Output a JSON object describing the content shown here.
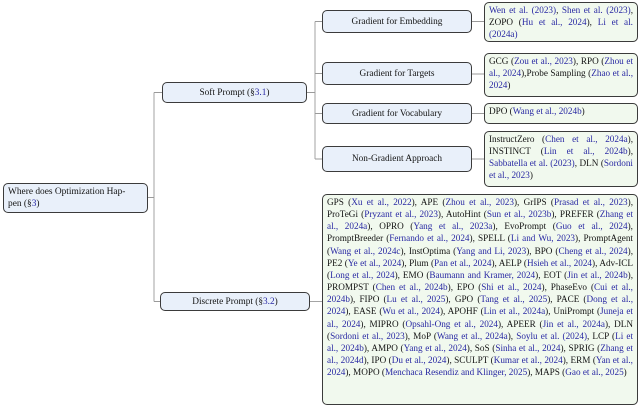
{
  "colors": {
    "node_fill": "#e9f0fa",
    "leaf_fill": "#f1f9ee",
    "node_border": "#3b3b3b",
    "edge_color": "#9a9a9a",
    "cite_color": "#2828a3",
    "text_color": "#131313"
  },
  "nodes": {
    "root": {
      "segments": [
        {
          "t": "Where does Optimization Hap-"
        },
        {
          "br": true
        },
        {
          "t": "pen (§"
        },
        {
          "t": "3",
          "link": true,
          "name": "section-link"
        },
        {
          "t": ")"
        }
      ]
    },
    "soft": {
      "segments": [
        {
          "t": "Soft Prompt (§"
        },
        {
          "t": "3.1",
          "link": true,
          "name": "section-link"
        },
        {
          "t": ")"
        }
      ]
    },
    "discrete": {
      "segments": [
        {
          "t": "Discrete Prompt (§"
        },
        {
          "t": "3.2",
          "link": true,
          "name": "section-link"
        },
        {
          "t": ")"
        }
      ]
    },
    "cat_embedding": {
      "label": "Gradient for Embedding"
    },
    "cat_targets": {
      "label": "Gradient for Targets"
    },
    "cat_vocabulary": {
      "label": "Gradient for Vocabulary"
    },
    "cat_nongradient": {
      "label": "Non-Gradient Approach"
    },
    "leaf_embedding": {
      "segments": [
        {
          "t": "Wen et al. (2023)",
          "link": true
        },
        {
          "t": ", "
        },
        {
          "t": "Shen et al. (2023)",
          "link": true
        },
        {
          "t": ", ZOPO ("
        },
        {
          "t": "Hu et al., 2024",
          "link": true
        },
        {
          "t": "), "
        },
        {
          "t": "Li et al. (2024a)",
          "link": true
        }
      ]
    },
    "leaf_targets": {
      "segments": [
        {
          "t": "GCG ("
        },
        {
          "t": "Zou et al., 2023",
          "link": true
        },
        {
          "t": "), RPO ("
        },
        {
          "t": "Zhou et al., 2024",
          "link": true
        },
        {
          "t": "),Probe Sampling ("
        },
        {
          "t": "Zhao et al., 2024",
          "link": true
        },
        {
          "t": ")"
        }
      ]
    },
    "leaf_vocabulary": {
      "segments": [
        {
          "t": "DPO ("
        },
        {
          "t": "Wang et al., 2024b",
          "link": true
        },
        {
          "t": ")"
        }
      ]
    },
    "leaf_nongradient": {
      "segments": [
        {
          "t": "InstructZero ("
        },
        {
          "t": "Chen et al., 2024a",
          "link": true
        },
        {
          "t": "), INSTINCT ("
        },
        {
          "t": "Lin et al., 2024b",
          "link": true
        },
        {
          "t": "), "
        },
        {
          "t": "Sabbatella et al. (2023)",
          "link": true
        },
        {
          "t": ", DLN ("
        },
        {
          "t": "Sordoni et al., 2023",
          "link": true
        },
        {
          "t": ")"
        }
      ]
    },
    "leaf_discrete": {
      "segments": [
        {
          "t": "GPS ("
        },
        {
          "t": "Xu et al., 2022",
          "link": true
        },
        {
          "t": "), APE ("
        },
        {
          "t": "Zhou et al., 2023",
          "link": true
        },
        {
          "t": "), GrIPS ("
        },
        {
          "t": "Prasad et al., 2023",
          "link": true
        },
        {
          "t": "), ProTeGi ("
        },
        {
          "t": "Pryzant et al., 2023",
          "link": true
        },
        {
          "t": "), AutoHint ("
        },
        {
          "t": "Sun et al., 2023b",
          "link": true
        },
        {
          "t": "), PREFER ("
        },
        {
          "t": "Zhang et al., 2024a",
          "link": true
        },
        {
          "t": "), OPRO ("
        },
        {
          "t": "Yang et al., 2023a",
          "link": true
        },
        {
          "t": "), EvoPrompt ("
        },
        {
          "t": "Guo et al., 2024",
          "link": true
        },
        {
          "t": "), PromptBreeder ("
        },
        {
          "t": "Fernando et al., 2024",
          "link": true
        },
        {
          "t": "), SPELL ("
        },
        {
          "t": "Li and Wu, 2023",
          "link": true
        },
        {
          "t": "), PromptAgent ("
        },
        {
          "t": "Wang et al., 2024c",
          "link": true
        },
        {
          "t": "), InstOptima ("
        },
        {
          "t": "Yang and Li, 2023",
          "link": true
        },
        {
          "t": "), BPO ("
        },
        {
          "t": "Cheng et al., 2024",
          "link": true
        },
        {
          "t": "), PE2 ("
        },
        {
          "t": "Ye et al., 2024",
          "link": true
        },
        {
          "t": "), Plum ("
        },
        {
          "t": "Pan et al., 2024",
          "link": true
        },
        {
          "t": "), AELP ("
        },
        {
          "t": "Hsieh et al., 2024",
          "link": true
        },
        {
          "t": "), Adv-ICL ("
        },
        {
          "t": "Long et al., 2024",
          "link": true
        },
        {
          "t": "), EMO ("
        },
        {
          "t": "Baumann and Kramer, 2024",
          "link": true
        },
        {
          "t": "), EOT ("
        },
        {
          "t": "Jin et al., 2024b",
          "link": true
        },
        {
          "t": "), PROMPST ("
        },
        {
          "t": "Chen et al., 2024b",
          "link": true
        },
        {
          "t": "), EPO ("
        },
        {
          "t": "Shi et al., 2024",
          "link": true
        },
        {
          "t": "), PhaseEvo ("
        },
        {
          "t": "Cui et al., 2024b",
          "link": true
        },
        {
          "t": "), FIPO ("
        },
        {
          "t": "Lu et al., 2025",
          "link": true
        },
        {
          "t": "), GPO ("
        },
        {
          "t": "Tang et al., 2025",
          "link": true
        },
        {
          "t": "), PACE ("
        },
        {
          "t": "Dong et al., 2024",
          "link": true
        },
        {
          "t": "), EASE ("
        },
        {
          "t": "Wu et al., 2024",
          "link": true
        },
        {
          "t": "), APOHF ("
        },
        {
          "t": "Lin et al., 2024a",
          "link": true
        },
        {
          "t": "), UniPrompt ("
        },
        {
          "t": "Juneja et al., 2024",
          "link": true
        },
        {
          "t": "), MIPRO ("
        },
        {
          "t": "Opsahl-Ong et al., 2024",
          "link": true
        },
        {
          "t": "), APEER ("
        },
        {
          "t": "Jin et al., 2024a",
          "link": true
        },
        {
          "t": "), DLN ("
        },
        {
          "t": "Sordoni et al., 2023",
          "link": true
        },
        {
          "t": "), MoP ("
        },
        {
          "t": "Wang et al., 2024a",
          "link": true
        },
        {
          "t": "), "
        },
        {
          "t": "Soylu et al. (2024)",
          "link": true
        },
        {
          "t": ", LCP ("
        },
        {
          "t": "Li et al., 2024b",
          "link": true
        },
        {
          "t": "), AMPO ("
        },
        {
          "t": "Yang et al., 2024",
          "link": true
        },
        {
          "t": "), SoS ("
        },
        {
          "t": "Sinha et al., 2024",
          "link": true
        },
        {
          "t": "), SPRIG ("
        },
        {
          "t": "Zhang et al., 2024d",
          "link": true
        },
        {
          "t": "), IPO ("
        },
        {
          "t": "Du et al., 2024",
          "link": true
        },
        {
          "t": "), SCULPT ("
        },
        {
          "t": "Kumar et al., 2024",
          "link": true
        },
        {
          "t": "), ERM ("
        },
        {
          "t": "Yan et al., 2024",
          "link": true
        },
        {
          "t": "), MOPO ("
        },
        {
          "t": "Menchaca Resendiz and Klinger, 2025",
          "link": true
        },
        {
          "t": "), MAPS ("
        },
        {
          "t": "Gao et al., 2025",
          "link": true
        },
        {
          "t": ")"
        }
      ]
    }
  }
}
